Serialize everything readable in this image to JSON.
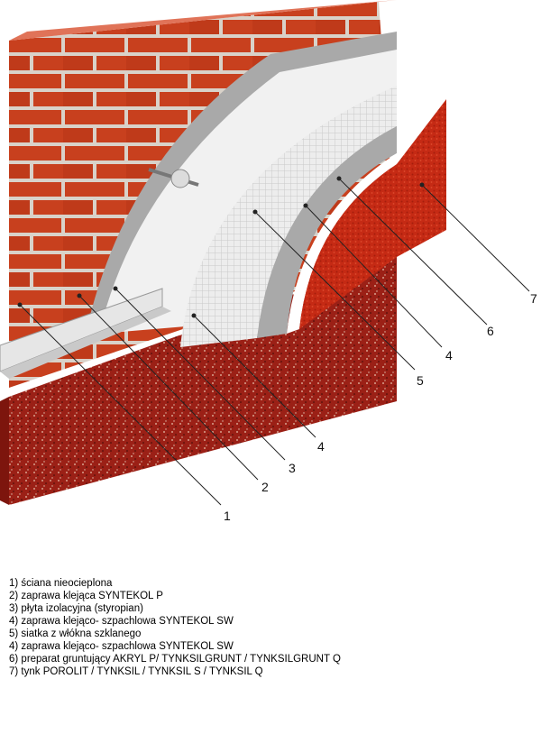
{
  "layers": [
    {
      "number": "1",
      "label": "1) ściana nieocieplona"
    },
    {
      "number": "2",
      "label": "2) zaprawa klejąca SYNTEKOL P"
    },
    {
      "number": "3",
      "label": "3) płyta izolacyjna (styropian)"
    },
    {
      "number": "4",
      "label": "4) zaprawa klejąco- szpachlowa SYNTEKOL SW"
    },
    {
      "number": "5",
      "label": "5) siatka z włókna szklanego"
    },
    {
      "number": "4",
      "label": "4) zaprawa klejąco- szpachlowa SYNTEKOL SW"
    },
    {
      "number": "6",
      "label": "6) preparat gruntujący AKRYL P/ TYNKSILGRUNT / TYNKSILGRUNT Q"
    },
    {
      "number": "7",
      "label": "7) tynk POROLIT / TYNKSIL / TYNKSIL S / TYNKSIL Q"
    }
  ],
  "colors": {
    "brick": "#c8401e",
    "mortar_joint": "#d9d2c9",
    "insulation": "#f1f1f1",
    "adhesive": "#a9a9a9",
    "render": "#c52a14",
    "plinth": "#9b2016"
  }
}
